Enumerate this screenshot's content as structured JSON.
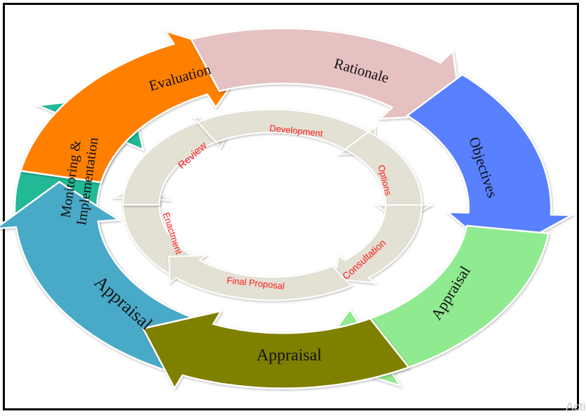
{
  "diagram": {
    "title": "",
    "outer_cycle": {
      "direction": "clockwise",
      "segments": [
        {
          "id": "evaluation",
          "label": "Evaluation",
          "color": "#ff8000"
        },
        {
          "id": "rationale",
          "label": "Rationale",
          "color": "#e6c1c1"
        },
        {
          "id": "objectives",
          "label": "Objectives",
          "color": "#5880ff"
        },
        {
          "id": "appraisal-1",
          "label": "Appraisal",
          "color": "#90ea90"
        },
        {
          "id": "appraisal-2",
          "label": "Appraisal",
          "color": "#808000"
        },
        {
          "id": "appraisal-3",
          "label": "Appraisal",
          "color": "#4aaac8"
        },
        {
          "id": "monitoring",
          "label": "Monitoring & Implementation",
          "label_lines": [
            "Monitoring &",
            "Implementation"
          ],
          "color": "#20b996"
        }
      ]
    },
    "inner_cycle": {
      "direction": "clockwise",
      "color": "#e3e1d4",
      "text_color": "#ff1a1a",
      "segments": [
        {
          "id": "review",
          "label": "Review"
        },
        {
          "id": "development",
          "label": "Development"
        },
        {
          "id": "options",
          "label": "Options"
        },
        {
          "id": "consultation",
          "label": "Consultation"
        },
        {
          "id": "final-proposal",
          "label": "Final Proposal"
        },
        {
          "id": "enactment",
          "label": "Enactment"
        }
      ]
    }
  },
  "watermark": "Acti"
}
